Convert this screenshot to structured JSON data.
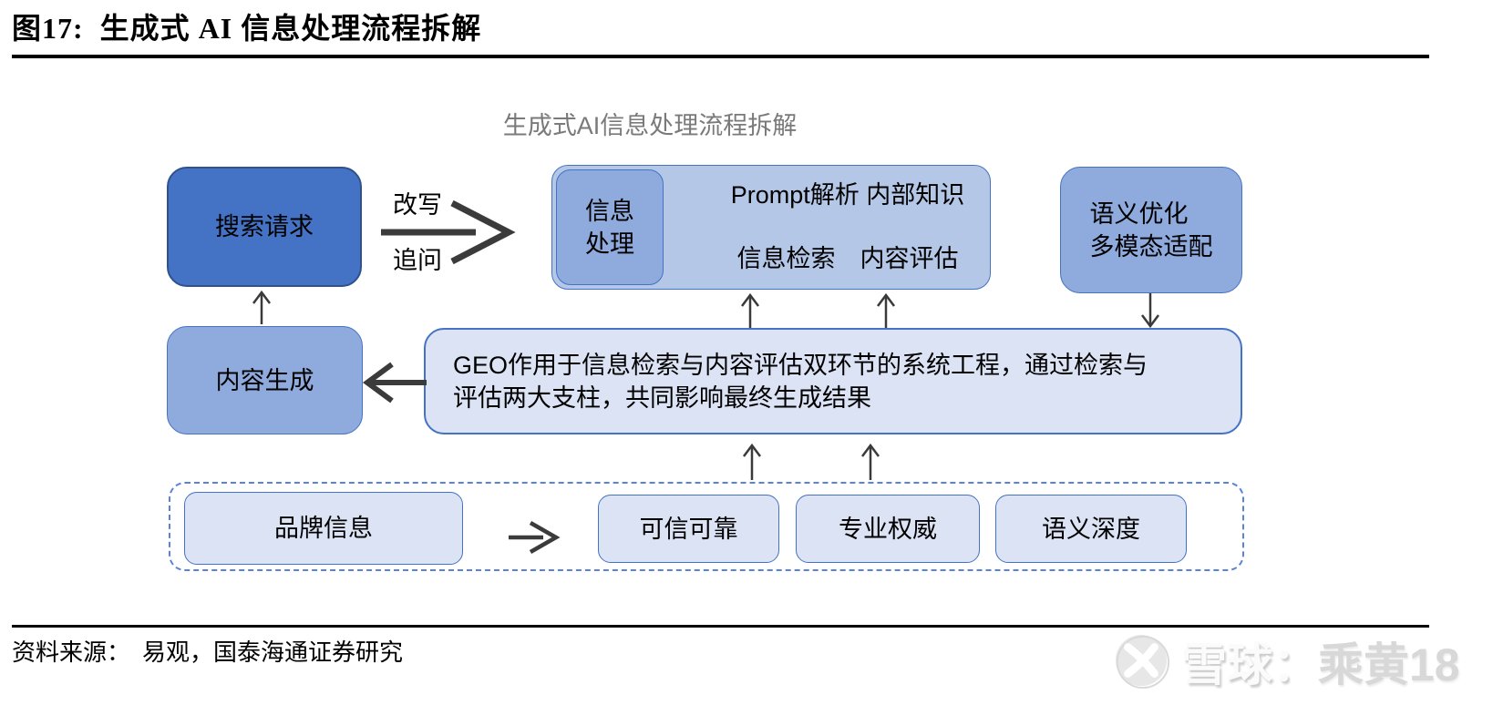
{
  "figure_title": "图17:  生成式 AI 信息处理流程拆解",
  "diagram": {
    "title": "生成式AI信息处理流程拆解",
    "search_request": "搜索请求",
    "rewrite_label_top": "改写",
    "rewrite_label_bottom": "追问",
    "info_processing_line1": "信息",
    "info_processing_line2": "处理",
    "processing_detail_line1": "Prompt解析 内部知识",
    "processing_detail_line2": "信息检索　内容评估",
    "semantic_line1": "语义优化",
    "semantic_line2": "多模态适配",
    "geo_line1": "GEO作用于信息检索与内容评估双环节的系统工程，通过检索与",
    "geo_line2": "评估两大支柱，共同影响最终生成结果",
    "content_generation": "内容生成",
    "brand_info": "品牌信息",
    "credible": "可信可靠",
    "professional": "专业权威",
    "semantic_depth": "语义深度"
  },
  "footer": {
    "source": "资料来源：  易观，国泰海通证券研究"
  },
  "watermark": {
    "brand": "雪球：",
    "user": "乘黄18"
  },
  "colors": {
    "dark_blue": "#4472C4",
    "medium_blue": "#8FAADC",
    "light_blue": "#B4C7E7",
    "pale_blue": "#DCE3F5",
    "border_dark": "#2F528F",
    "border_blue": "#4472C4",
    "title_gray": "#7a7a7a"
  }
}
